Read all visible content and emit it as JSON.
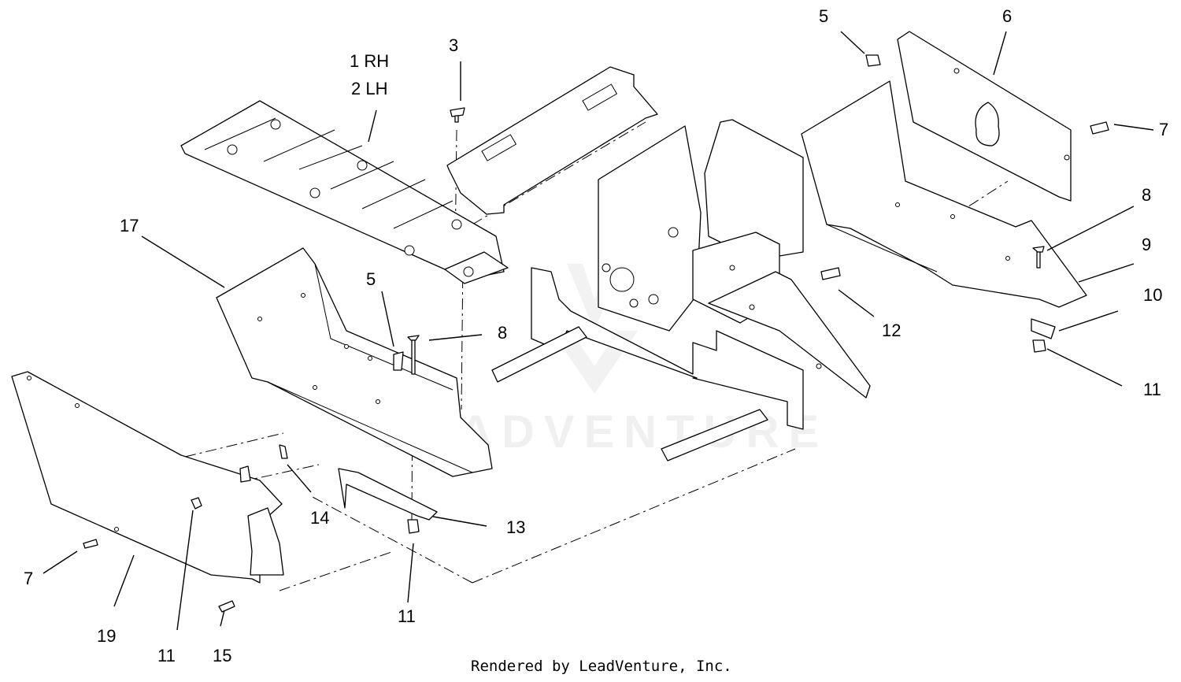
{
  "diagram": {
    "callouts": {
      "rh": "1 RH",
      "lh": "2 LH",
      "c3": "3",
      "c5a": "5",
      "c5b": "5",
      "c6": "6",
      "c7a": "7",
      "c7b": "7",
      "c8a": "8",
      "c8b": "8",
      "c9": "9",
      "c10": "10",
      "c11a": "11",
      "c11b": "11",
      "c11c": "11",
      "c12": "12",
      "c13": "13",
      "c14": "14",
      "c15": "15",
      "c17": "17",
      "c19": "19"
    },
    "footer": "Rendered by LeadVenture, Inc.",
    "watermark_text": "LEADVENTURE",
    "colors": {
      "line": "#000000",
      "background": "#ffffff"
    }
  }
}
